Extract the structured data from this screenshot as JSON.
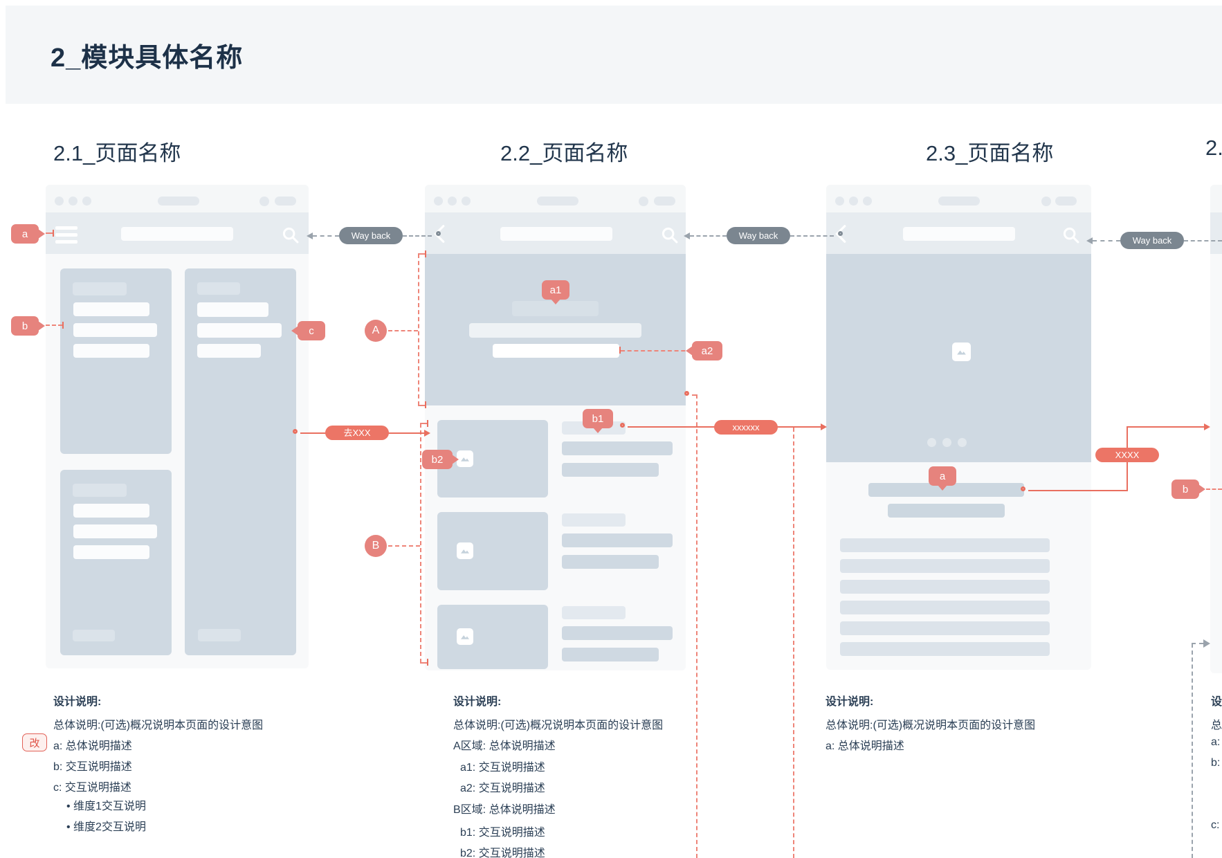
{
  "page": {
    "title": "2_模块具体名称"
  },
  "sections": {
    "s1": "2.1_页面名称",
    "s2": "2.2_页面名称",
    "s3": "2.3_页面名称",
    "s4": "2."
  },
  "connectors": {
    "way_back_1": "Way back",
    "way_back_2": "Way back",
    "way_back_3": "Way back",
    "go_xxx": "去XXX",
    "xxxxxx": "xxxxxx",
    "xxxx": "XXXX"
  },
  "callouts": {
    "a": "a",
    "b": "b",
    "c": "c",
    "area_a": "A",
    "area_b": "B",
    "a1": "a1",
    "a2": "a2",
    "b1": "b1",
    "b2": "b2",
    "w3_a": "a",
    "w4_b": "b"
  },
  "revision_tag": "改",
  "notes_w1": {
    "heading": "设计说明:",
    "line1": "总体说明:(可选)概况说明本页面的设计意图",
    "line2": "a: 总体说明描述",
    "line3": "b: 交互说明描述",
    "line4": "c: 交互说明描述",
    "bullet1": "• 维度1交互说明",
    "bullet2": "• 维度2交互说明"
  },
  "notes_w2": {
    "heading": "设计说明:",
    "line1": "总体说明:(可选)概况说明本页面的设计意图",
    "line2": "A区域: 总体说明描述",
    "line3": "a1: 交互说明描述",
    "line4": "a2: 交互说明描述",
    "line5": "B区域: 总体说明描述",
    "line6": "b1: 交互说明描述",
    "line7": "b2: 交互说明描述"
  },
  "notes_w3": {
    "heading": "设计说明:",
    "line1": "总体说明:(可选)概况说明本页面的设计意图",
    "line2": "a: 总体说明描述"
  },
  "notes_w4": {
    "heading": "设",
    "line1": "总",
    "line2": "a:",
    "line3": "b:",
    "line4": "c:"
  },
  "colors": {
    "accent_red": "#e6837d",
    "flow_pill_red": "#ec7566",
    "gray_pill": "#7b8690",
    "wireframe_card": "#cfd9e2",
    "title_navy": "#1d3148"
  }
}
